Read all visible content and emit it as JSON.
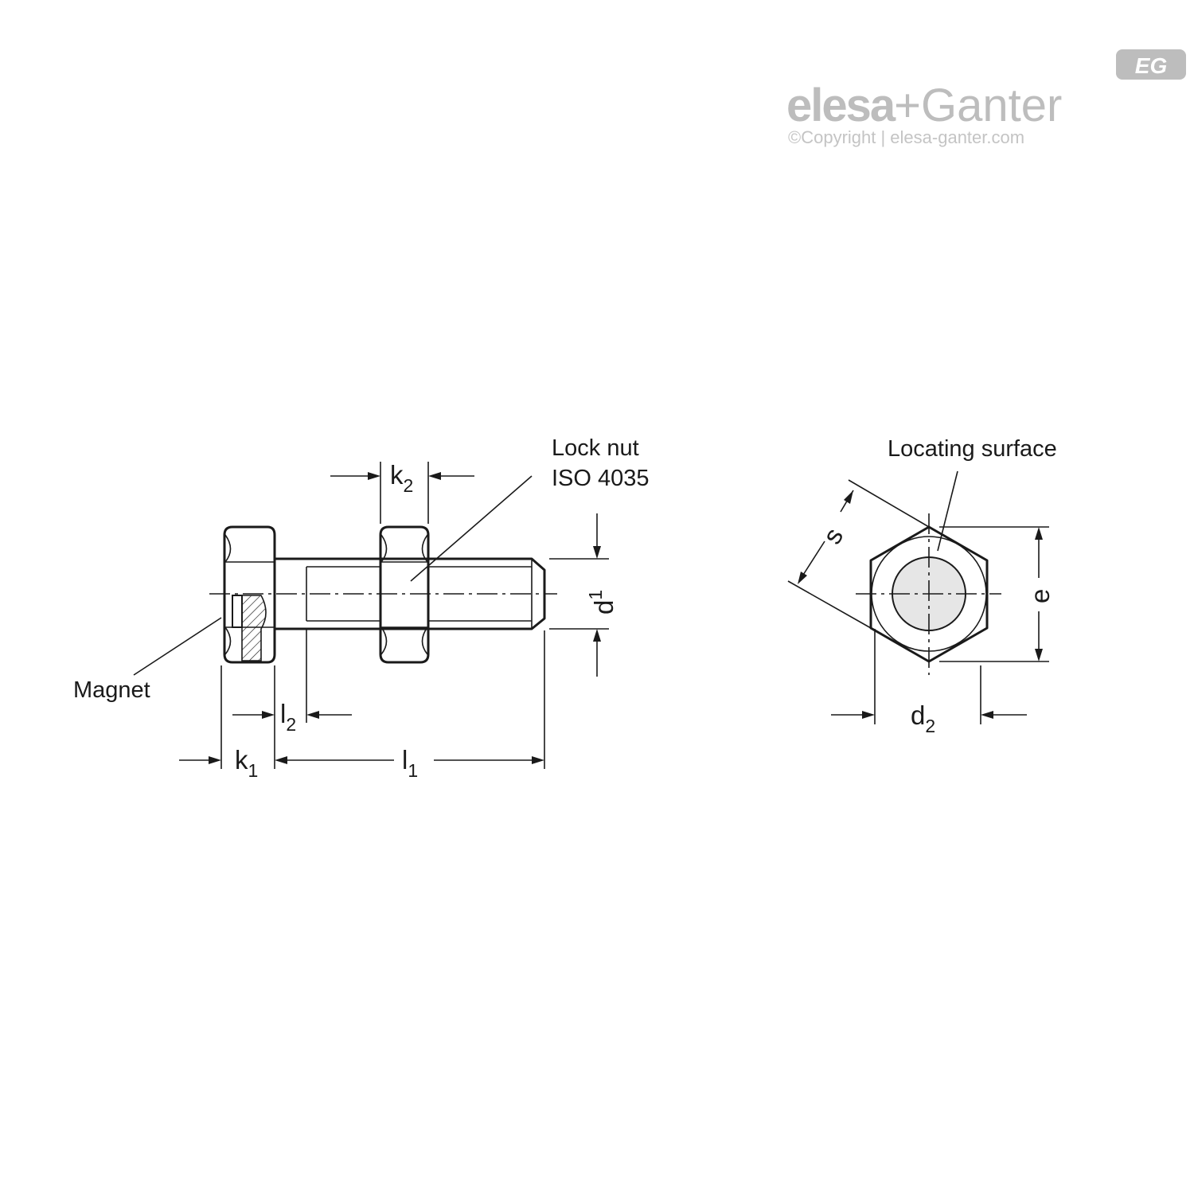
{
  "logo": {
    "brand_left": "elesa",
    "brand_plus": "+",
    "brand_right": "Ganter",
    "copyright": "©Copyright | elesa-ganter.com",
    "badge": "EG",
    "color": "#bdbdbd"
  },
  "side_view": {
    "lock_nut_label": "Lock nut",
    "lock_nut_standard": "ISO 4035",
    "magnet_label": "Magnet",
    "dim_k2": {
      "letter": "k",
      "index": "2"
    },
    "dim_d1": {
      "letter": "d",
      "index": "1"
    },
    "dim_l2": {
      "letter": "l",
      "index": "2"
    },
    "dim_k1": {
      "letter": "k",
      "index": "1"
    },
    "dim_l1": {
      "letter": "l",
      "index": "1"
    }
  },
  "end_view": {
    "locating_surface_label": "Locating surface",
    "dim_s": "s",
    "dim_e": "e",
    "dim_d2": {
      "letter": "d",
      "index": "2"
    },
    "face_fill": "#e6e6e6"
  }
}
